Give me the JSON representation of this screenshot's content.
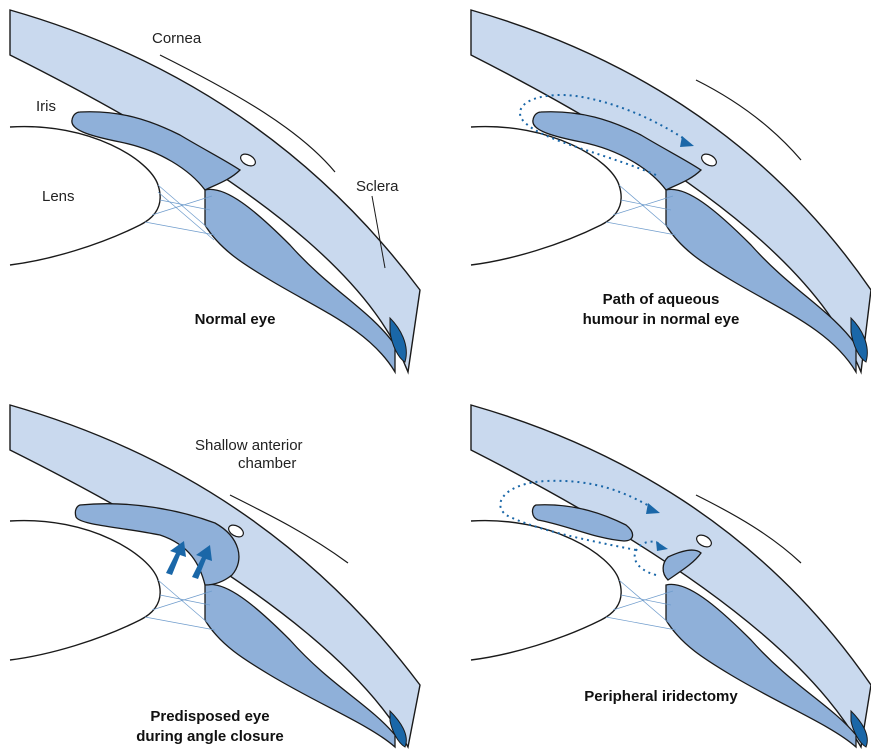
{
  "panels": [
    {
      "caption_line1": "Normal eye",
      "caption_line2": "",
      "labels": {
        "cornea": "Cornea",
        "iris": "Iris",
        "lens": "Lens",
        "sclera": "Sclera"
      }
    },
    {
      "caption_line1": "Path of aqueous",
      "caption_line2": "humour in normal eye"
    },
    {
      "caption_line1": "Predisposed eye",
      "caption_line2": "during angle closure",
      "labels": {
        "shallow_line1": "Shallow anterior",
        "shallow_line2": "chamber"
      }
    },
    {
      "caption_line1": "Peripheral iridectomy",
      "caption_line2": ""
    }
  ],
  "colors": {
    "cornea_fill": "#c9d9ee",
    "iris_fill": "#8fb0d9",
    "arrow": "#1a67a8",
    "zonule": "#6f9ccc",
    "outline": "#1a1a1a"
  }
}
